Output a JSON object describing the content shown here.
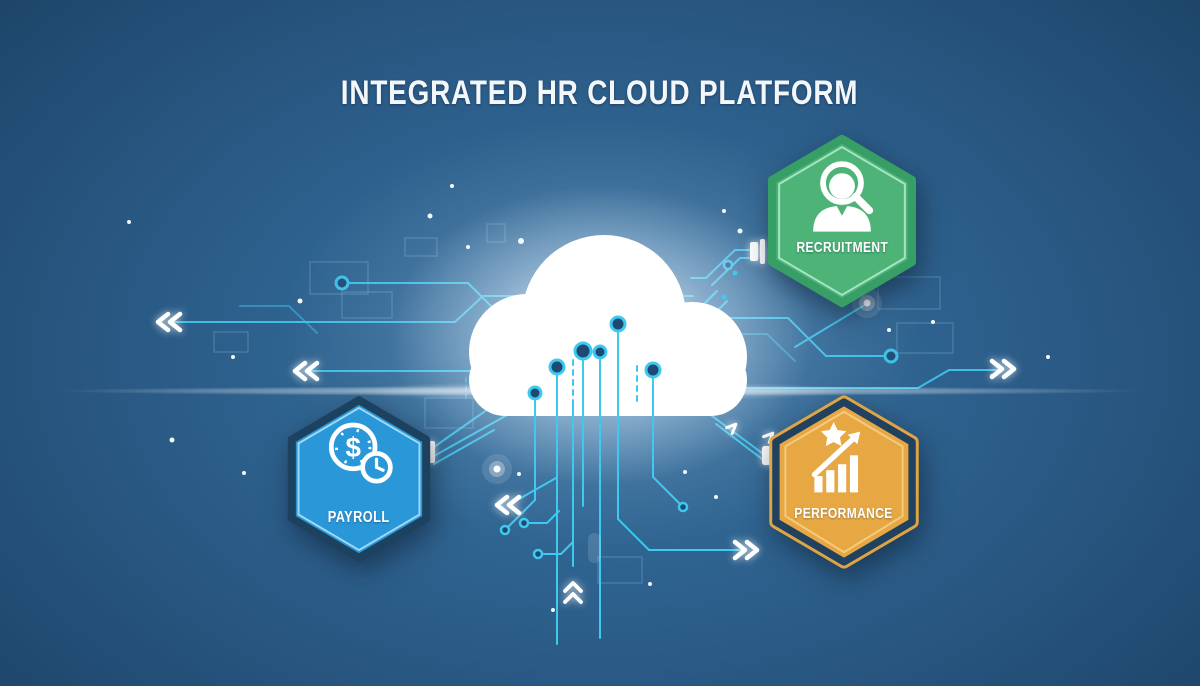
{
  "title": "INTEGRATED HR CLOUD PLATFORM",
  "colors": {
    "background_center": "#3a74a2",
    "background_edge": "#193c5d",
    "circuit_accent": "#3ec9f0",
    "circuit_soft": "#8edcf4",
    "cloud": "#ffffff",
    "chevron": "#ffffff"
  },
  "cloud": {
    "name": "cloud"
  },
  "badges": [
    {
      "id": "recruitment",
      "label": "RECRUITMENT",
      "fill": "#4db377",
      "border": "#379e66",
      "inner_line": "#a7e4c4",
      "icon": "recruitment-search-person-icon"
    },
    {
      "id": "payroll",
      "label": "PAYROLL",
      "fill": "#2a97d9",
      "border": "#1c4260",
      "inner_line": "#9fd9f4",
      "icon": "payroll-dollar-clock-icon",
      "icon_glyph": "$"
    },
    {
      "id": "performance",
      "label": "PERFORMANCE",
      "fill": "#e7a844",
      "border": "#20415f",
      "inner_line": "#f3cc80",
      "outer_line": "#dfa544",
      "icon": "performance-star-growth-icon"
    }
  ]
}
